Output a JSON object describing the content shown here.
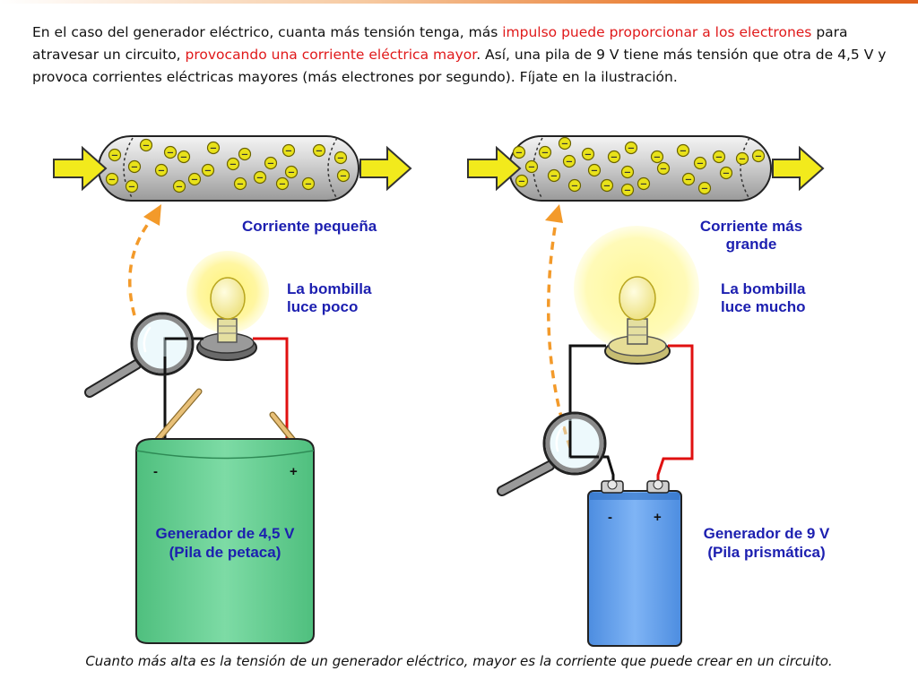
{
  "intro": {
    "p1": "En el caso del generador eléctrico, cuanta más tensión tenga, más ",
    "h1": "impulso puede proporcionar a los electrones",
    "p2": " para atravesar un circuito, ",
    "h2": "provocando una corriente eléctrica mayor",
    "p3": ". Así, una pila de 9 V tiene más tensión que otra de 4,5 V y provoca corrientes eléctricas mayores (más electrones por segundo). Fíjate en la ilustración."
  },
  "left": {
    "current_label": "Corriente pequeña",
    "bulb_label_1": "La bombilla",
    "bulb_label_2": "luce poco",
    "generator_label_1": "Generador de 4,5 V",
    "generator_label_2": "(Pila de petaca)",
    "minus": "-",
    "plus": "+"
  },
  "right": {
    "current_label_1": "Corriente más",
    "current_label_2": "grande",
    "bulb_label_1": "La bombilla",
    "bulb_label_2": "luce mucho",
    "generator_label_1": "Generador de 9 V",
    "generator_label_2": "(Pila prismática)",
    "minus": "-",
    "plus": "+"
  },
  "electron_symbol": "−",
  "footer": "Cuanto más alta es la tensión de un generador eléctrico, mayor es la corriente que puede crear en un circuito.",
  "colors": {
    "label_blue": "#1c1fb0",
    "highlight_red": "#e0191a",
    "arrow_yellow": "#f2ea1c",
    "electron_yellow": "#e9e21a",
    "dashed_orange": "#f39a2a",
    "flat_battery_green": "#6fd39a",
    "prism_battery_blue": "#6aa4ef",
    "wire_red": "#e01010",
    "wire_black": "#111111"
  }
}
